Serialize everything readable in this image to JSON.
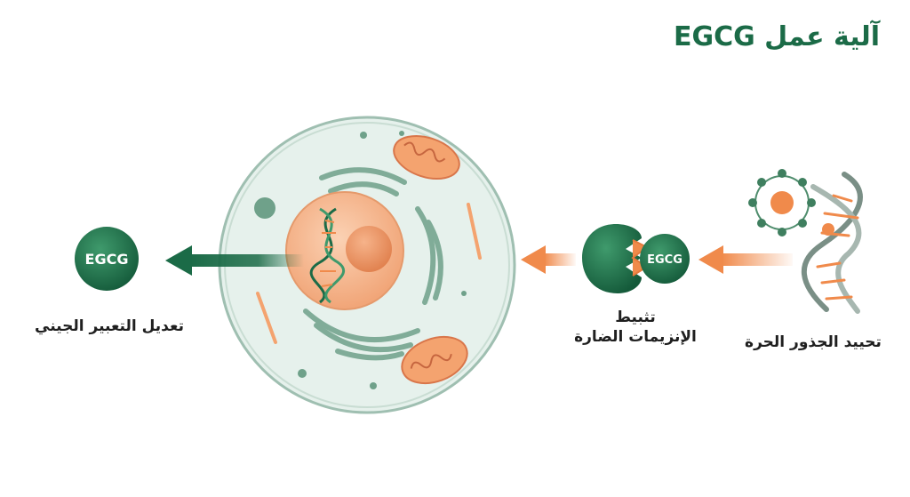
{
  "title": "آلية عمل EGCG",
  "steps": {
    "free_radicals": {
      "label": "تحييد الجذور الحرة"
    },
    "enzymes": {
      "label_line1": "تثبيط",
      "label_line2": "الإنزيمات الضارة",
      "badge": "EGCG"
    },
    "gene_expression": {
      "label": "تعديل التعبير الجيني",
      "badge": "EGCG"
    }
  },
  "colors": {
    "brand_green": "#1b6b47",
    "orange": "#f08a4b",
    "cell_fill": "#e6f1ec",
    "nucleus": "#f6b48b"
  }
}
